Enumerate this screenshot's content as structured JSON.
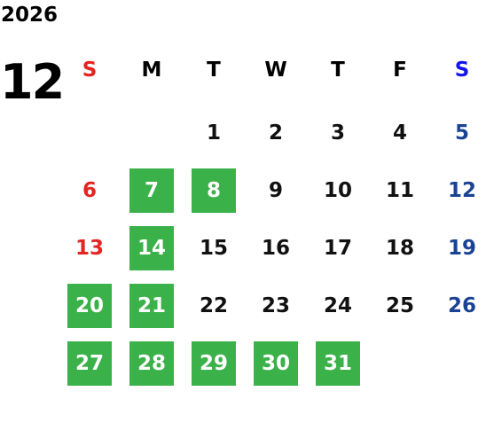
{
  "header": {
    "year": "2026",
    "month": "12"
  },
  "weekdays": [
    "S",
    "M",
    "T",
    "W",
    "T",
    "F",
    "S"
  ],
  "weeks": [
    [
      {
        "day": "",
        "highlight": false
      },
      {
        "day": "",
        "highlight": false
      },
      {
        "day": "1",
        "highlight": false
      },
      {
        "day": "2",
        "highlight": false
      },
      {
        "day": "3",
        "highlight": false
      },
      {
        "day": "4",
        "highlight": false
      },
      {
        "day": "5",
        "highlight": false
      }
    ],
    [
      {
        "day": "6",
        "highlight": false
      },
      {
        "day": "7",
        "highlight": true
      },
      {
        "day": "8",
        "highlight": true
      },
      {
        "day": "9",
        "highlight": false
      },
      {
        "day": "10",
        "highlight": false
      },
      {
        "day": "11",
        "highlight": false
      },
      {
        "day": "12",
        "highlight": false
      }
    ],
    [
      {
        "day": "13",
        "highlight": false
      },
      {
        "day": "14",
        "highlight": true
      },
      {
        "day": "15",
        "highlight": false
      },
      {
        "day": "16",
        "highlight": false
      },
      {
        "day": "17",
        "highlight": false
      },
      {
        "day": "18",
        "highlight": false
      },
      {
        "day": "19",
        "highlight": false
      }
    ],
    [
      {
        "day": "20",
        "highlight": true
      },
      {
        "day": "21",
        "highlight": true
      },
      {
        "day": "22",
        "highlight": false
      },
      {
        "day": "23",
        "highlight": false
      },
      {
        "day": "24",
        "highlight": false
      },
      {
        "day": "25",
        "highlight": false
      },
      {
        "day": "26",
        "highlight": false
      }
    ],
    [
      {
        "day": "27",
        "highlight": true
      },
      {
        "day": "28",
        "highlight": true
      },
      {
        "day": "29",
        "highlight": true
      },
      {
        "day": "30",
        "highlight": true
      },
      {
        "day": "31",
        "highlight": true
      },
      {
        "day": "",
        "highlight": false
      },
      {
        "day": "",
        "highlight": false
      }
    ]
  ],
  "colors": {
    "highlight": "#3bb14a",
    "sunday": "#e52421",
    "saturday_header": "#1515e6",
    "saturday": "#1b4393",
    "text": "#000000"
  }
}
